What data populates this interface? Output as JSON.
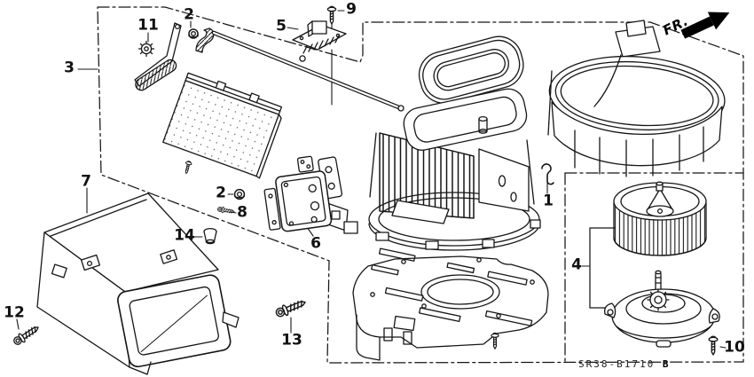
{
  "diagram": {
    "direction_label": "FR.",
    "code": "SR38-B1710",
    "code_suffix": "B"
  },
  "labels": {
    "p1": "1",
    "p2_top": "2",
    "p2_mid": "2",
    "p3": "3",
    "p4": "4",
    "p5": "5",
    "p6": "6",
    "p7": "7",
    "p8": "8",
    "p9": "9",
    "p10": "10",
    "p11": "11",
    "p12": "12",
    "p13": "13",
    "p14": "14"
  }
}
